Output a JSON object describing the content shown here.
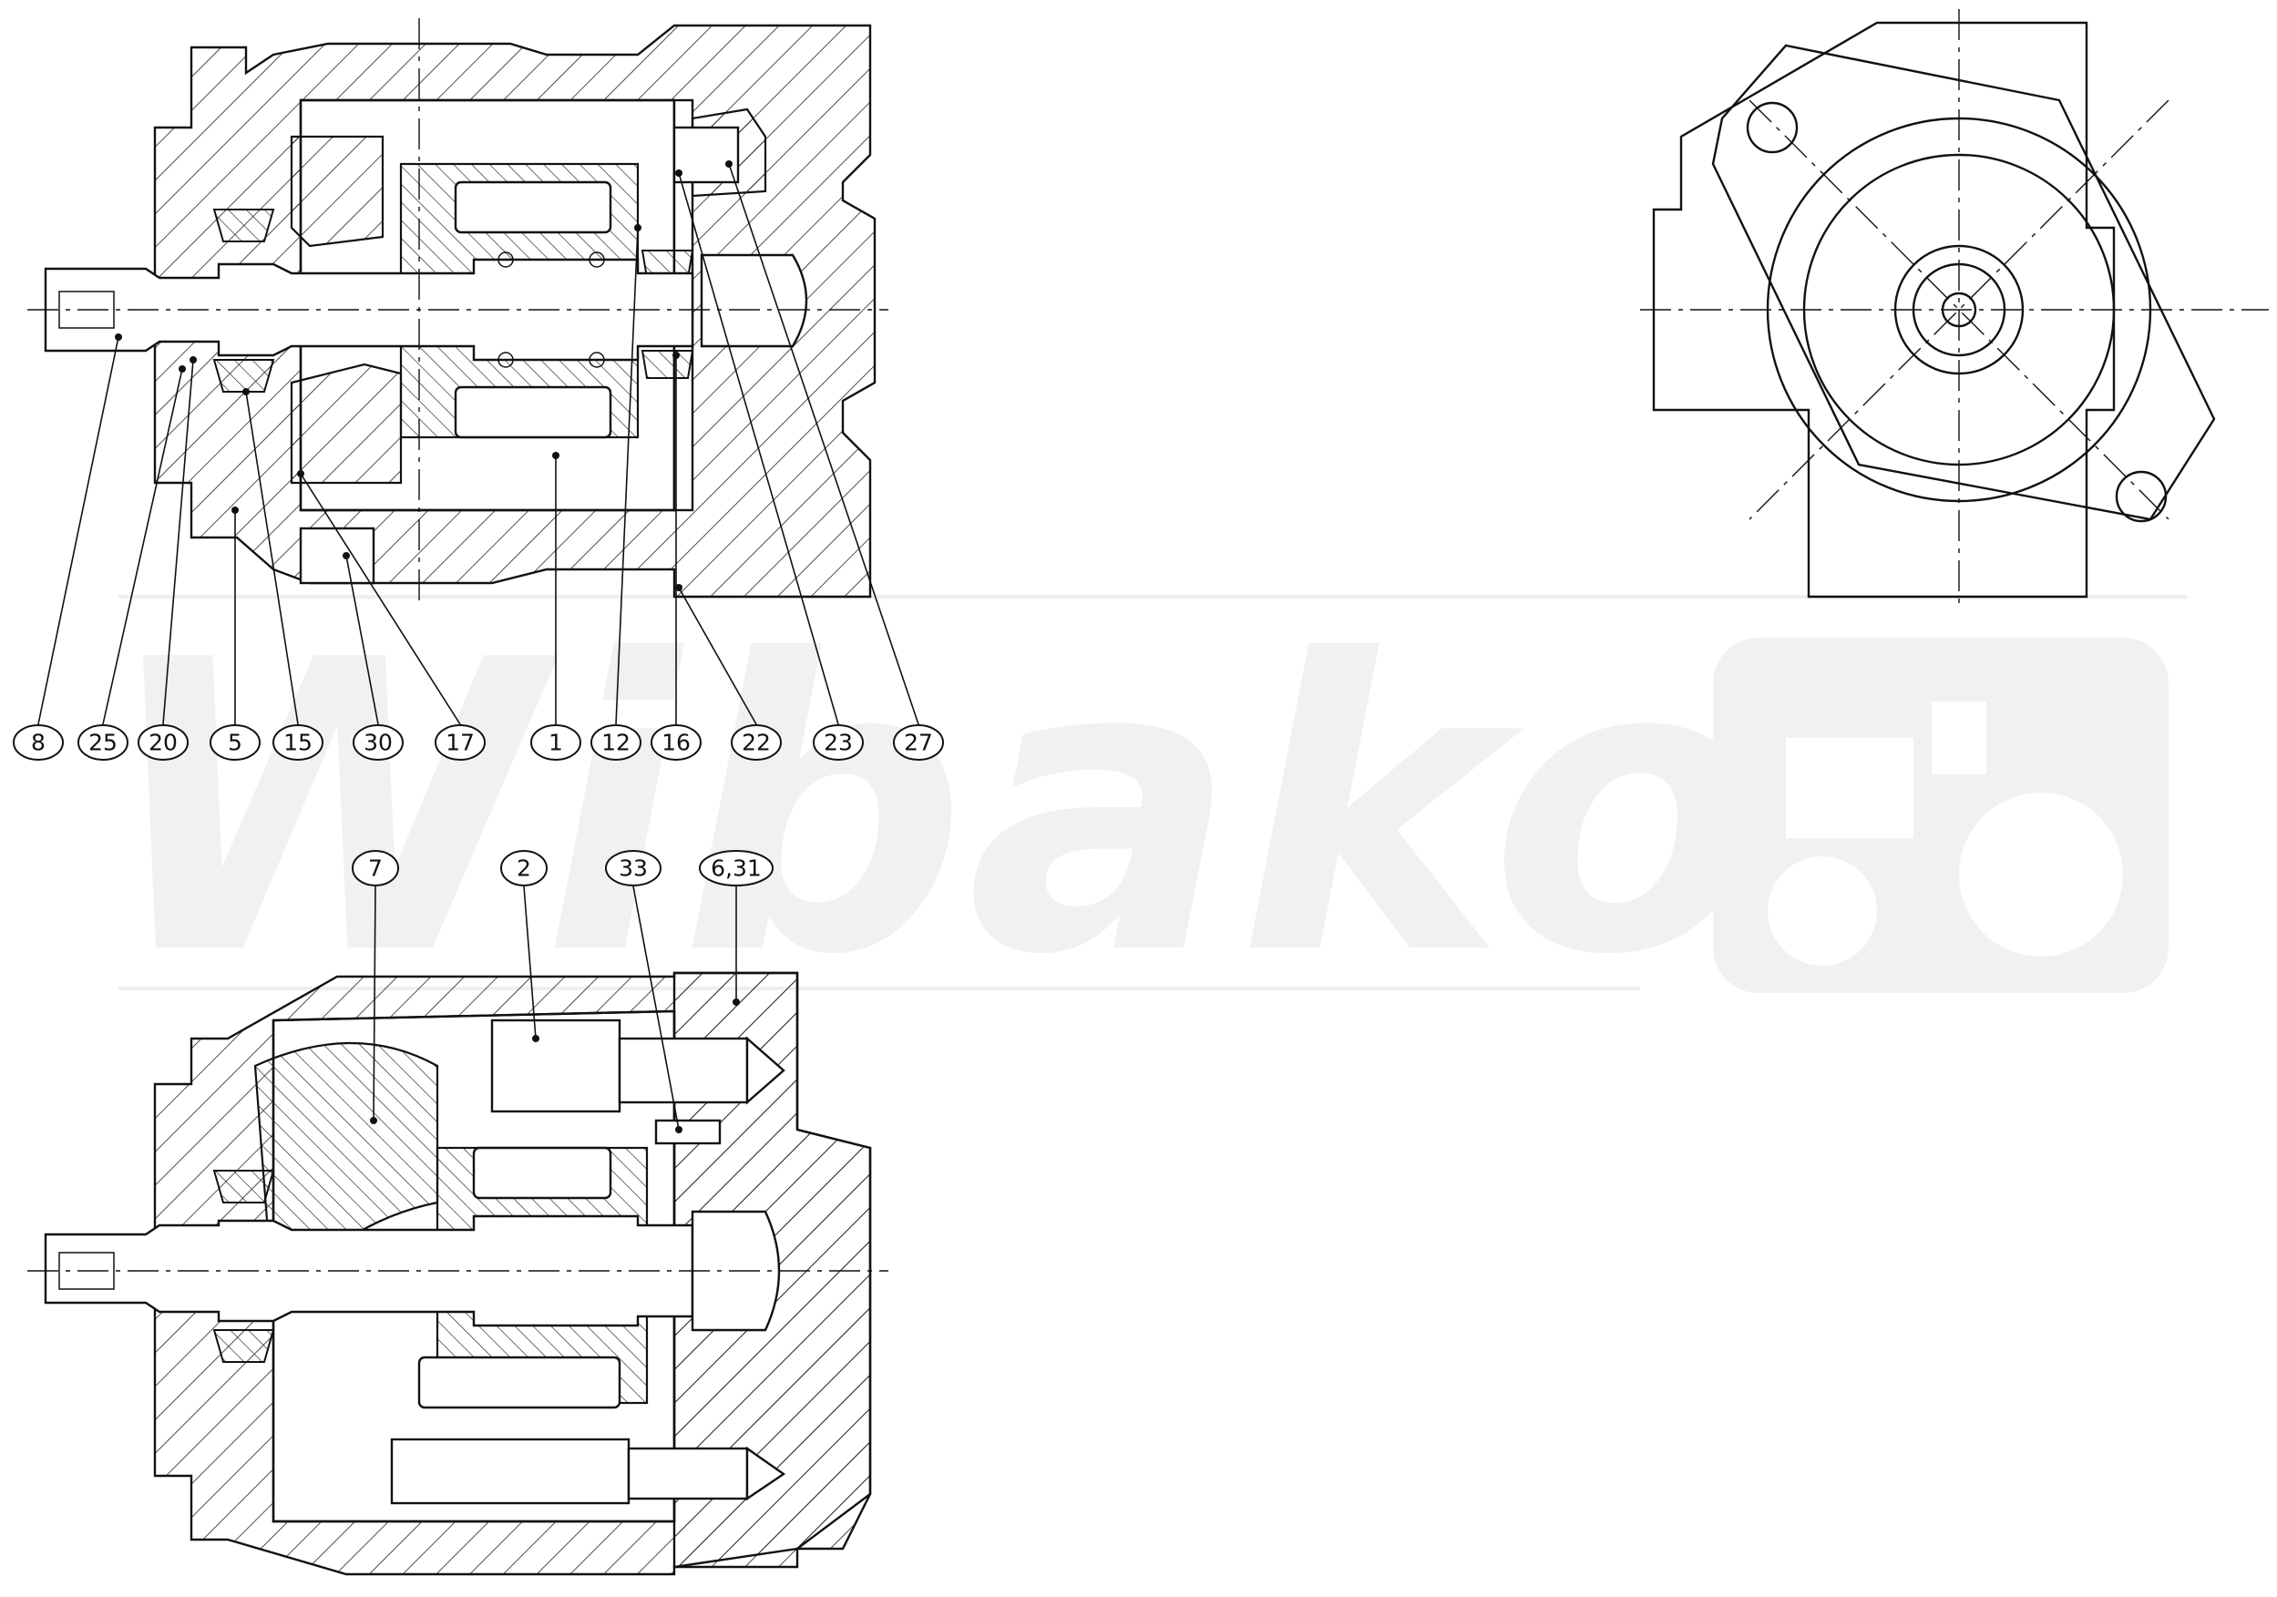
{
  "watermark": {
    "text": "Wibako"
  },
  "top_view": {
    "callouts": [
      {
        "id": "8",
        "label": "8"
      },
      {
        "id": "25",
        "label": "25"
      },
      {
        "id": "20",
        "label": "20"
      },
      {
        "id": "5",
        "label": "5"
      },
      {
        "id": "15",
        "label": "15"
      },
      {
        "id": "30",
        "label": "30"
      },
      {
        "id": "17",
        "label": "17"
      },
      {
        "id": "1",
        "label": "1"
      },
      {
        "id": "12",
        "label": "12"
      },
      {
        "id": "16",
        "label": "16"
      },
      {
        "id": "22",
        "label": "22"
      },
      {
        "id": "23",
        "label": "23"
      },
      {
        "id": "27",
        "label": "27"
      }
    ]
  },
  "bottom_view": {
    "callouts": [
      {
        "id": "7",
        "label": "7"
      },
      {
        "id": "2",
        "label": "2"
      },
      {
        "id": "33",
        "label": "33"
      },
      {
        "id": "6-31",
        "label": "6,31"
      }
    ]
  },
  "icons": {
    "watermark_logo": "tractor-logo-icon"
  }
}
